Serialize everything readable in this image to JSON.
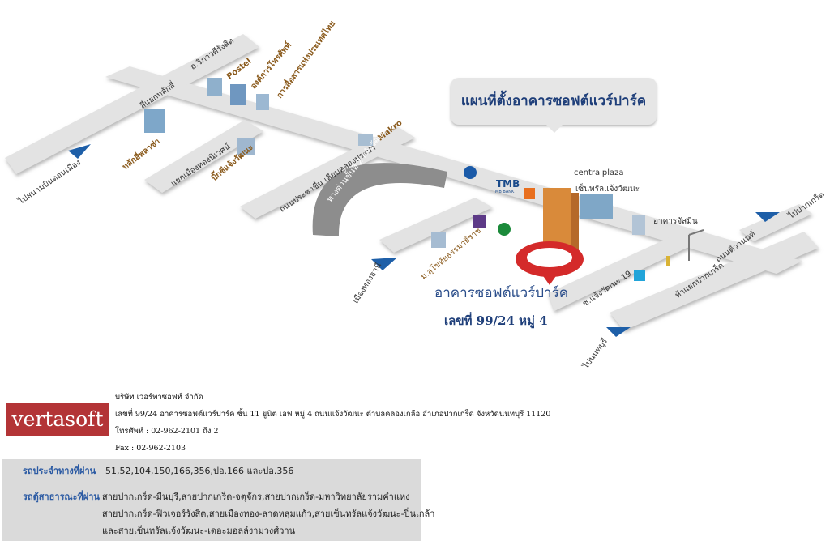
{
  "title": "แผนที่ตั้งอาคารซอฟต์แวร์ปาร์ค",
  "building": {
    "name": "อาคารซอฟต์แวร์ปาร์ค",
    "address": "เลขที่ 99/24  หมู่ 4"
  },
  "map_labels": {
    "vibhavadi": "ถ.วิภาวดีรังสิต",
    "lak_si": "สี่แยกหลักสี่",
    "lak_si_market": "หลักสี่พลาซ่า",
    "postel": "Postel",
    "cat": "องค์การโทรศัพท์",
    "tot": "การสื่อสารแห่งประเทศไทย",
    "muang_thong": "แยกเมืองทองนิเวศน์",
    "big_c": "บิ๊กซีแจ้งวัฒนะ",
    "prachachuen": "ถนนประชาชื่น เลียบคลองประปา",
    "makro": "Makro",
    "expressway": "ทางด่วนขั้นที่ 2 แจ้งวัฒนะ",
    "don_mueang": "ไปสนามบินดอนเมือง",
    "tmb": "TMB",
    "tmb_sub": "TMB BANK",
    "central_plaza": "centralplaza",
    "central_sub": "เซ็นทรัลแจ้งวัฒนะ",
    "jasmine": "อาคารจัสมิน",
    "to_pak_kret": "ไปปากเกร็ด",
    "tiwanon": "ถนนติวานนท์",
    "pak_kret_junction": "ห้าแยกปากเกร็ด",
    "soi_19": "ซ.แจ้งวัฒนะ 19",
    "nonthaburi": "ไปนนทบุรี",
    "muang_thong_thani": "เมืองทองธานี",
    "sukhothai_u": "ม.สุโขทัยธรรมาธิราช"
  },
  "company": {
    "name": "บริษัท เวอร์ทาซอฟท์ จำกัด",
    "address": "เลขที่ 99/24  อาคารซอฟต์แวร์ปาร์ค  ชั้น 11 ยูนิต เอฟ  หมู่ 4 ถนนแจ้งวัฒนะ  ตำบลคลองเกลือ  อำเภอปากเกร็ด  จังหวัดนนทบุรี  11120",
    "phone": "โทรศัพท์ : 02-962-2101 ถึง 2",
    "fax": "Fax : 02-962-2103",
    "logo_text": "vertasoft"
  },
  "transport": {
    "bus_label": "รถประจำทางที่ผ่าน",
    "bus_routes": "51,52,104,150,166,356,ปอ.166 และปอ.356",
    "van_label": "รถตู้สาธารณะที่ผ่าน",
    "van_routes": [
      "สายปากเกร็ด-มีนบุรี,สายปากเกร็ด-จตุจักร,สายปากเกร็ด-มหาวิทยาลัยรามคำแหง",
      "สายปากเกร็ด-ฟิวเจอร์รังสิต,สายเมืองทอง-ลาดหลุมแก้ว,สายเซ็นทรัลแจ้งวัฒนะ-ปิ่นเกล้า",
      "และสายเซ็นทรัลแจ้งวัฒนะ-เดอะมอลล์งามวงศ์วาน"
    ]
  },
  "colors": {
    "road": "#e3e3e3",
    "expressway": "#8d8d8d",
    "arrow": "#1e5fa8",
    "marker": "#d42a2a",
    "logo_bg": "#b33436",
    "title_text": "#1f3f7a"
  }
}
